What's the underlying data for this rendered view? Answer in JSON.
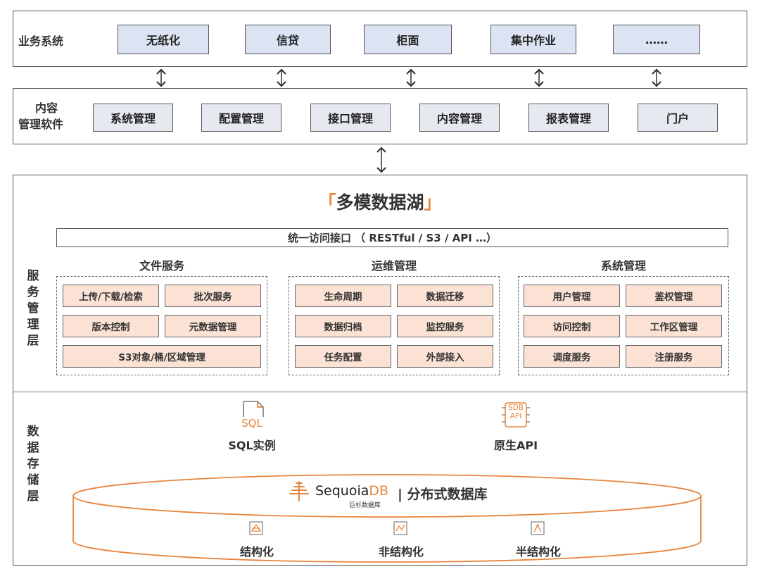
{
  "business": {
    "label": "业务系统",
    "items": [
      "无纸化",
      "信贷",
      "柜面",
      "集中作业",
      "……"
    ]
  },
  "content_software": {
    "label_line1": "内容",
    "label_line2": "管理软件",
    "items": [
      "系统管理",
      "配置管理",
      "接口管理",
      "内容管理",
      "报表管理",
      "门户"
    ]
  },
  "service_layer": {
    "title_left": "「",
    "title_text": "多模数据湖",
    "title_right": "」",
    "unified_interface": "统一访问接口 （ RESTful / S3 / API …）",
    "side_label": [
      "服",
      "务",
      "管",
      "理",
      "层"
    ],
    "groups": [
      {
        "title": "文件服务",
        "rows": [
          [
            "上传/下载/检索",
            "批次服务"
          ],
          [
            "版本控制",
            "元数据管理"
          ]
        ],
        "wide": "S3对象/桶/区域管理"
      },
      {
        "title": "运维管理",
        "rows": [
          [
            "生命周期",
            "数据迁移"
          ],
          [
            "数据归档",
            "监控服务"
          ],
          [
            "任务配置",
            "外部接入"
          ]
        ]
      },
      {
        "title": "系统管理",
        "rows": [
          [
            "用户管理",
            "鉴权管理"
          ],
          [
            "访问控制",
            "工作区管理"
          ],
          [
            "调度服务",
            "注册服务"
          ]
        ]
      }
    ]
  },
  "storage_layer": {
    "side_label": [
      "数",
      "据",
      "存",
      "储",
      "层"
    ],
    "sql_icon_text": "SQL",
    "sql_label": "SQL实例",
    "api_icon_line1": "SDB",
    "api_icon_line2": "API",
    "api_label": "原生API",
    "logo_main": "Sequoia",
    "logo_accent": "DB",
    "logo_sub": "巨杉数据库",
    "db_label": "| 分布式数据库",
    "data_types": [
      "结构化",
      "非结构化",
      "半结构化"
    ]
  },
  "colors": {
    "accent": "#e8853d",
    "business_box": "#dce4f3",
    "software_box": "#e6e9ef",
    "service_box": "#fbe2d4"
  }
}
